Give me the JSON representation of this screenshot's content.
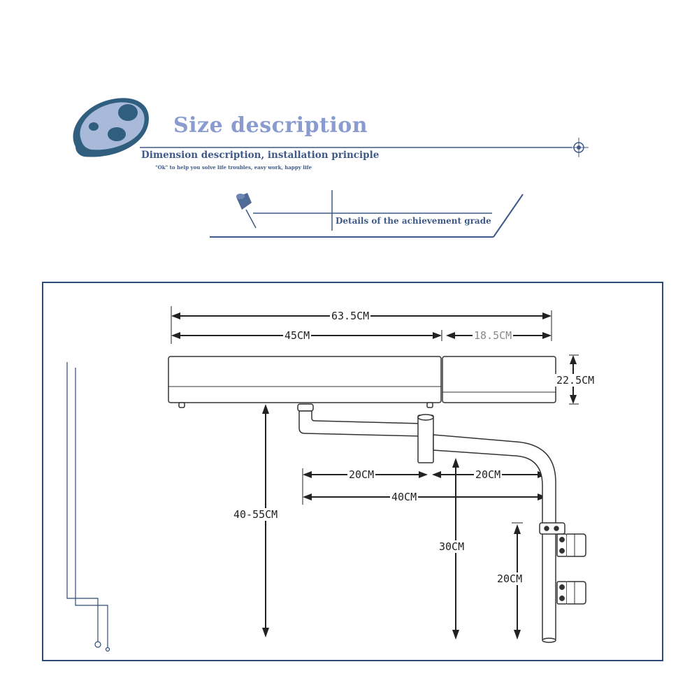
{
  "header": {
    "title": "Size description",
    "subtitle": "Dimension description, installation principle",
    "tagline": "\"Ok\" to help you solve life troubles, easy work, happy life",
    "details_label": "Details of the achievement grade"
  },
  "dimensions": {
    "total_length": "63.5CM",
    "tray_length": "45CM",
    "pad_length": "18.5CM",
    "thickness": "22.5CM",
    "height_range": "40-55CM",
    "arm_segment_1": "20CM",
    "arm_segment_2": "20CM",
    "arm_total": "40CM",
    "pole_height": "30CM",
    "clamp_spacing": "20CM"
  },
  "colors": {
    "accent_light": "#8a9ccf",
    "accent_dark": "#3f5a86",
    "frame": "#2d4a78",
    "line": "#222222"
  }
}
